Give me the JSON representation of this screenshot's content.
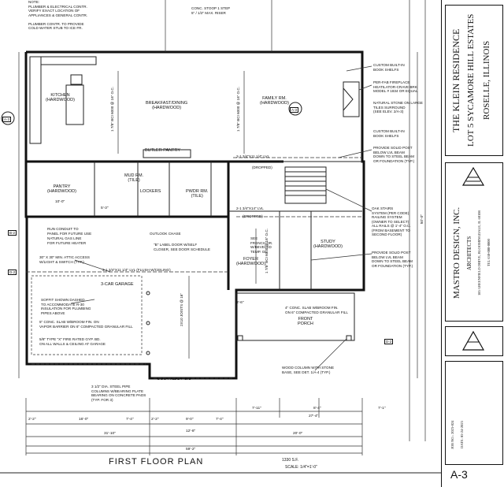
{
  "rooms": {
    "kitchen": "KITCHEN\n(HARDWOOD)",
    "breakfast": "BREAKFAST/DINING\n(HARDWOOD)",
    "family": "FAMILY RM.\n(HARDWOOD)",
    "butler": "BUTLER PANTRY",
    "pantry": "PANTRY\n(HARDWOOD)",
    "mud": "MUD RM.\n(TILE)",
    "lockers": "LOCKERS",
    "pwdr": "PWDR RM.\n(TILE)",
    "foyer": "FOYER\n(HARDWOOD)",
    "study": "STUDY\n(HARDWOOD)",
    "garage": "3-CAR GARAGE",
    "front_porch": "FRONT\nPORCH"
  },
  "notes": {
    "top_left": "NOTE:\nPLUMBER & ELECTRICAL CONTR.\nVERIFY EXACT LOCATION OF\nAPPLIANCES & GENERAL CONTR.\n\nPLUMBER CONTR. TO PROVIDE\nCOLD WATER STUB TO ICE FR.",
    "stoop": "CONC. STOOP 1 STEP\n5\" / 1/2\" MAX. RISER",
    "shelf1": "CUSTOM BUILT-IN\nBOOK SHELFS",
    "fireplace": "PER-FAB FIREPLACE\nHEATILATOR-CRAVE BRK\nMODEL # 1834 OR EQUAL",
    "stone": "NATURAL STONE ON LARGE\nTILES SURROUND\n(SEE ELEV. 2/A-3)",
    "shelf2": "CUSTOM BUILT-IN\nBOOK SHELFS",
    "post1": "PROVIDE SOLID POST\nBELOW LVL BEAM\nDOWN TO STEEL BEAM\nOR FOUNDATION (TYP.)",
    "oak": "OAK STAIRS\nSYSTEM (PER CODE)\nRAILING SYSTEM\n(OWNER TO SELECT)\nALL RAILS @ 1'-4\" O.C.\n(FROM BASEMENT TO\nSECOND FLOOR)",
    "post2": "PROVIDE SOLID POST\nBELOW LVL BEAM\nDOWN TO STEEL BEAM\nOR FOUNDATION (TYP.)",
    "attic": "30\" X 30\" MIN. ATTIC ACCESS\nW/LIGHT & SWITCH (TYP.)",
    "soffit": "SOFFIT SHOWN DASHED\nTO ACCOMMODATE R-30\nINSULATION FOR PLUMBING\nPIPES ABOVE",
    "slab": "5\" CONC. SLAB W/BROOM FIN. ON\nVAPOR BARRIER ON 6\" COMPACTED GRANULAR FILL",
    "drywall": "5/8\" TYPE \"X\" FIRE RATED GYP. BD.\nON ALL WALLS & CEILING AT GARAGE",
    "pipe": "3 1/2\" DIA. STEEL PIPE\nCOLUMNS W/BEARING PLATE\nBEARING ON CONCRETE PADS\n(TYP. FOR 3)",
    "column": "WOOD COLUMN WITH STONE\nBASE, SEE DET. 1/A-4 (TYP.)",
    "porch_slab": "4\" CONC. SLAB W/BROOM FIN.\nON 6\" COMPACTED GRANULAR FILL",
    "outlook": "OUTLOOK CHASE",
    "gas": "RUN CONDUIT TO\nPANEL FOR FUTURE USE",
    "natural_gas": "NATURAL GAS LINE\nFOR FUTURE HEATER",
    "closer": "\"B\" LABEL DOOR W/SELF\nCLOSER, SEE DOOR SCHEDULE",
    "french": "SEE\nFRENCH DR.\nW/BEVELED\nTEMP. GL.",
    "flush": "2-1 3/4\"X11 1/4\" LVL (FLUSH W/CEILING)"
  },
  "beams": {
    "lvl1": "2-1 3/4\"X11 1/4\" LVL",
    "lvl2": "2-1 3/4\"X14\" LVL",
    "lvl3": "2-1 3/4\"X11 1/4\" LVL",
    "joist_v": "1 7/8\" BCI 6000 @ 16\" O.C.",
    "joist_v2": "2X10 JOISTS @ 16\"",
    "dropped": "(DROPPED)"
  },
  "dims": {
    "d1": "16'-0\"",
    "d2": "7'-4\"",
    "d3": "2'-2\"",
    "d4": "2'-2\"",
    "d5": "9'-0\"",
    "d6": "7'-4\"",
    "d7": "12'-8\"",
    "d8": "31'-10\"",
    "d9": "20'-0\"",
    "d10": "59'-2\"",
    "d11": "7'-11\"",
    "d12": "8'-4\"",
    "d13": "7'-1\"",
    "d14": "27'-4\"",
    "d15": "10'-0\"",
    "d16": "5'-3\"",
    "d17": "3'-6\"",
    "d18": "50'-0\""
  },
  "title": {
    "plan_title": "FIRST FLOOR PLAN",
    "area": "1330 S.F.",
    "scale": "SCALE: 1/4\"=1'-0\"",
    "project": "THE KLEIN RESIDENCE",
    "lot": "LOT 5 SYCAMORE HILL ESTATES",
    "city": "ROSELLE, ILLINOIS",
    "firm": "MASTRO DESIGN, INC.",
    "firm_sub": "ARCHITECTS",
    "firm_addr": "185 GREENFIELD DRIVE, BLOOMINGDALE, IL 60108",
    "firm_tel": "TEL 630-000-0000",
    "job_no": "JOB NO.: 2023-024",
    "date": "DATE: 05-24-2023",
    "sheet": "A-3"
  },
  "tags": [
    "A-3",
    "B-2",
    "D-2",
    "D-2",
    "A-3"
  ]
}
